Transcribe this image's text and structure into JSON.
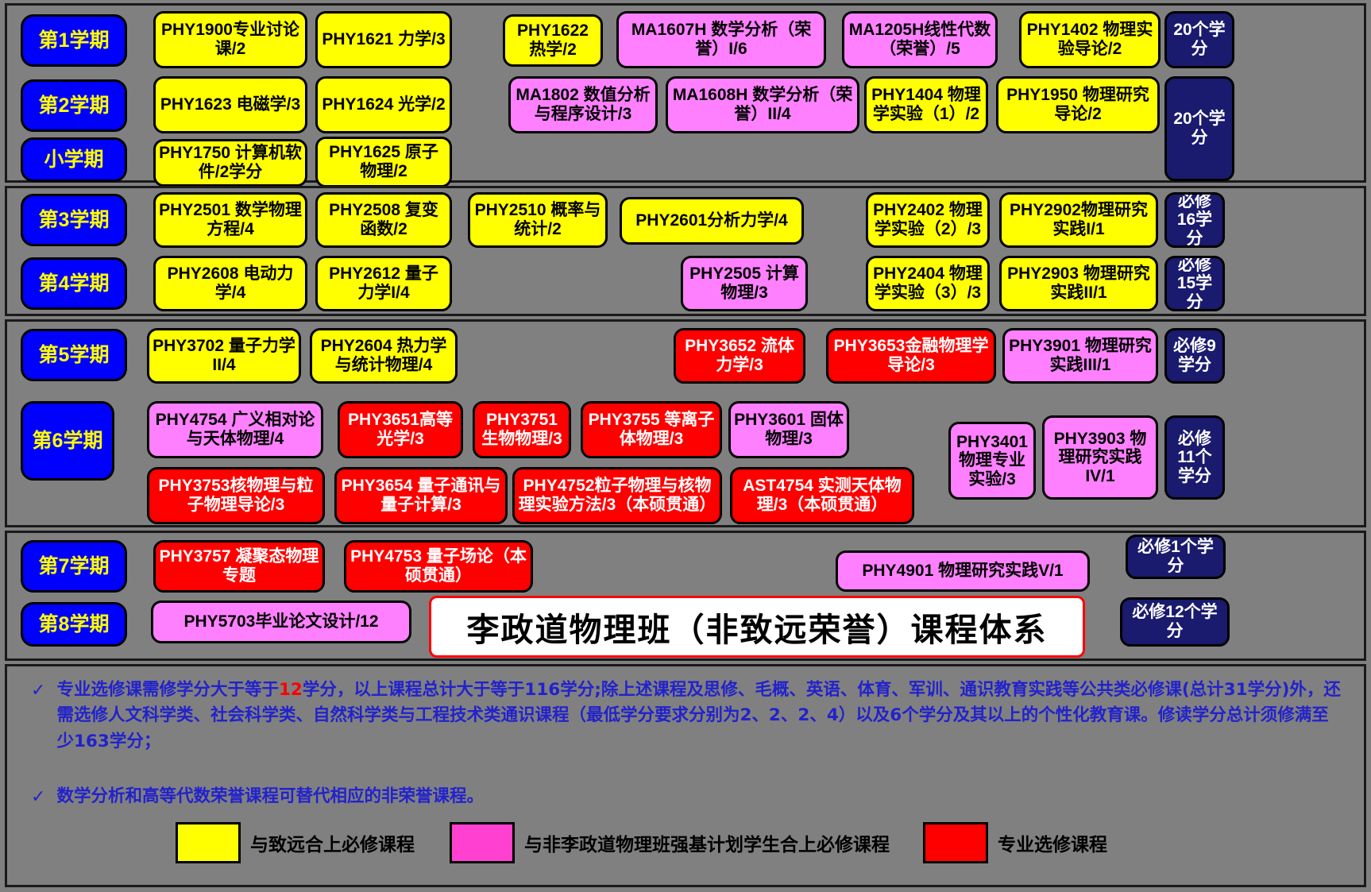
{
  "title": "李政道物理班（非致远荣誉）课程体系",
  "colors": {
    "required_with_zhiyuan": "#ffff00",
    "required_with_qiangji": "#ff80ff",
    "major_elective": "#ff0000",
    "semester_label": "#0000ff",
    "credit_badge": "#1a1a6e",
    "background": "#808080",
    "note_text": "#2222cc",
    "highlight": "#ff0000"
  },
  "semesters": [
    {
      "label": "第1学期"
    },
    {
      "label": "第2学期"
    },
    {
      "label": "小学期"
    },
    {
      "label": "第3学期"
    },
    {
      "label": "第4学期"
    },
    {
      "label": "第5学期"
    },
    {
      "label": "第6学期"
    },
    {
      "label": "第7学期"
    },
    {
      "label": "第8学期"
    }
  ],
  "credit_badges": [
    {
      "text": "20个学分"
    },
    {
      "text": "20个学分"
    },
    {
      "text": "必修16学分"
    },
    {
      "text": "必修15学分"
    },
    {
      "text": "必修9学分"
    },
    {
      "text": "必修11个学分"
    },
    {
      "text": "必修1个学分"
    },
    {
      "text": "必修12个学分"
    }
  ],
  "courses": {
    "sem1": [
      {
        "name": "PHY1900专业讨论课/2",
        "type": "yellow"
      },
      {
        "name": "PHY1621 力学/3",
        "type": "yellow"
      },
      {
        "name": "PHY1622 热学/2",
        "type": "yellow"
      },
      {
        "name": "MA1607H 数学分析（荣誉）I/6",
        "type": "pink"
      },
      {
        "name": "MA1205H线性代数（荣誉）/5",
        "type": "pink"
      },
      {
        "name": "PHY1402 物理实验导论/2",
        "type": "yellow"
      }
    ],
    "sem2": [
      {
        "name": "PHY1623 电磁学/3",
        "type": "yellow"
      },
      {
        "name": "PHY1624 光学/2",
        "type": "yellow"
      },
      {
        "name": "MA1802 数值分析与程序设计/3",
        "type": "pink"
      },
      {
        "name": "MA1608H 数学分析（荣誉）II/4",
        "type": "pink"
      },
      {
        "name": "PHY1404 物理学实验（1）/2",
        "type": "yellow"
      },
      {
        "name": "PHY1950 物理研究导论/2",
        "type": "yellow"
      }
    ],
    "sem_small": [
      {
        "name": "PHY1750 计算机软件/2学分",
        "type": "yellow"
      },
      {
        "name": "PHY1625 原子物理/2",
        "type": "yellow"
      }
    ],
    "sem3": [
      {
        "name": "PHY2501 数学物理方程/4",
        "type": "yellow"
      },
      {
        "name": "PHY2508 复变函数/2",
        "type": "yellow"
      },
      {
        "name": "PHY2510 概率与统计/2",
        "type": "yellow"
      },
      {
        "name": "PHY2601分析力学/4",
        "type": "yellow"
      },
      {
        "name": "PHY2402 物理学实验（2）/3",
        "type": "yellow"
      },
      {
        "name": "PHY2902物理研究实践I/1",
        "type": "yellow"
      }
    ],
    "sem4": [
      {
        "name": "PHY2608 电动力学/4",
        "type": "yellow"
      },
      {
        "name": "PHY2612 量子力学I/4",
        "type": "yellow"
      },
      {
        "name": "PHY2505 计算物理/3",
        "type": "pink"
      },
      {
        "name": "PHY2404 物理学实验（3）/3",
        "type": "yellow"
      },
      {
        "name": "PHY2903 物理研究实践II/1",
        "type": "yellow"
      }
    ],
    "sem5": [
      {
        "name": "PHY3702 量子力学II/4",
        "type": "yellow"
      },
      {
        "name": "PHY2604 热力学与统计物理/4",
        "type": "yellow"
      },
      {
        "name": "PHY3652 流体力学/3",
        "type": "red"
      },
      {
        "name": "PHY3653金融物理学导论/3",
        "type": "red"
      },
      {
        "name": "PHY3901 物理研究实践III/1",
        "type": "pink"
      }
    ],
    "sem6_row1": [
      {
        "name": "PHY4754 广义相对论与天体物理/4",
        "type": "pink"
      },
      {
        "name": "PHY3651高等光学/3",
        "type": "red"
      },
      {
        "name": "PHY3751 生物物理/3",
        "type": "red"
      },
      {
        "name": "PHY3755 等离子体物理/3",
        "type": "red"
      },
      {
        "name": "PHY3601 固体物理/3",
        "type": "pink"
      }
    ],
    "sem6_row2": [
      {
        "name": "PHY3753核物理与粒子物理导论/3",
        "type": "red"
      },
      {
        "name": "PHY3654 量子通讯与量子计算/3",
        "type": "red"
      },
      {
        "name": "PHY4752粒子物理与核物理实验方法/3（本硕贯通）",
        "type": "red"
      },
      {
        "name": "AST4754 实测天体物理/3（本硕贯通）",
        "type": "red"
      }
    ],
    "sem6_right": [
      {
        "name": "PHY3401 物理专业实验/3",
        "type": "pink"
      },
      {
        "name": "PHY3903 物理研究实践IV/1",
        "type": "pink"
      }
    ],
    "sem7": [
      {
        "name": "PHY3757 凝聚态物理专题",
        "type": "red"
      },
      {
        "name": "PHY4753 量子场论（本硕贯通）",
        "type": "red"
      },
      {
        "name": "PHY4901 物理研究实践V/1",
        "type": "pink"
      }
    ],
    "sem8": [
      {
        "name": "PHY5703毕业论文设计/12",
        "type": "pink"
      }
    ]
  },
  "notes": [
    {
      "pre": "专业选修课需修学分大于等于",
      "highlight": "12",
      "post": "学分，以上课程总计大于等于116学分;除上述课程及思修、毛概、英语、体育、军训、通识教育实践等公共类必修课(总计31学分)外，还需选修人文科学类、社会科学类、自然科学类与工程技术类通识课程（最低学分要求分别为2、2、2、4）以及6个学分及其以上的个性化教育课。修读学分总计须修满至少163学分；"
    },
    {
      "pre": "数学分析和高等代数荣誉课程可替代相应的非荣誉课程。",
      "highlight": "",
      "post": ""
    }
  ],
  "legend": [
    {
      "color": "#ffff00",
      "label": "与致远合上必修课程"
    },
    {
      "color": "#ff40d0",
      "label": "与非李政道物理班强基计划学生合上必修课程"
    },
    {
      "color": "#ff0000",
      "label": "专业选修课程"
    }
  ]
}
